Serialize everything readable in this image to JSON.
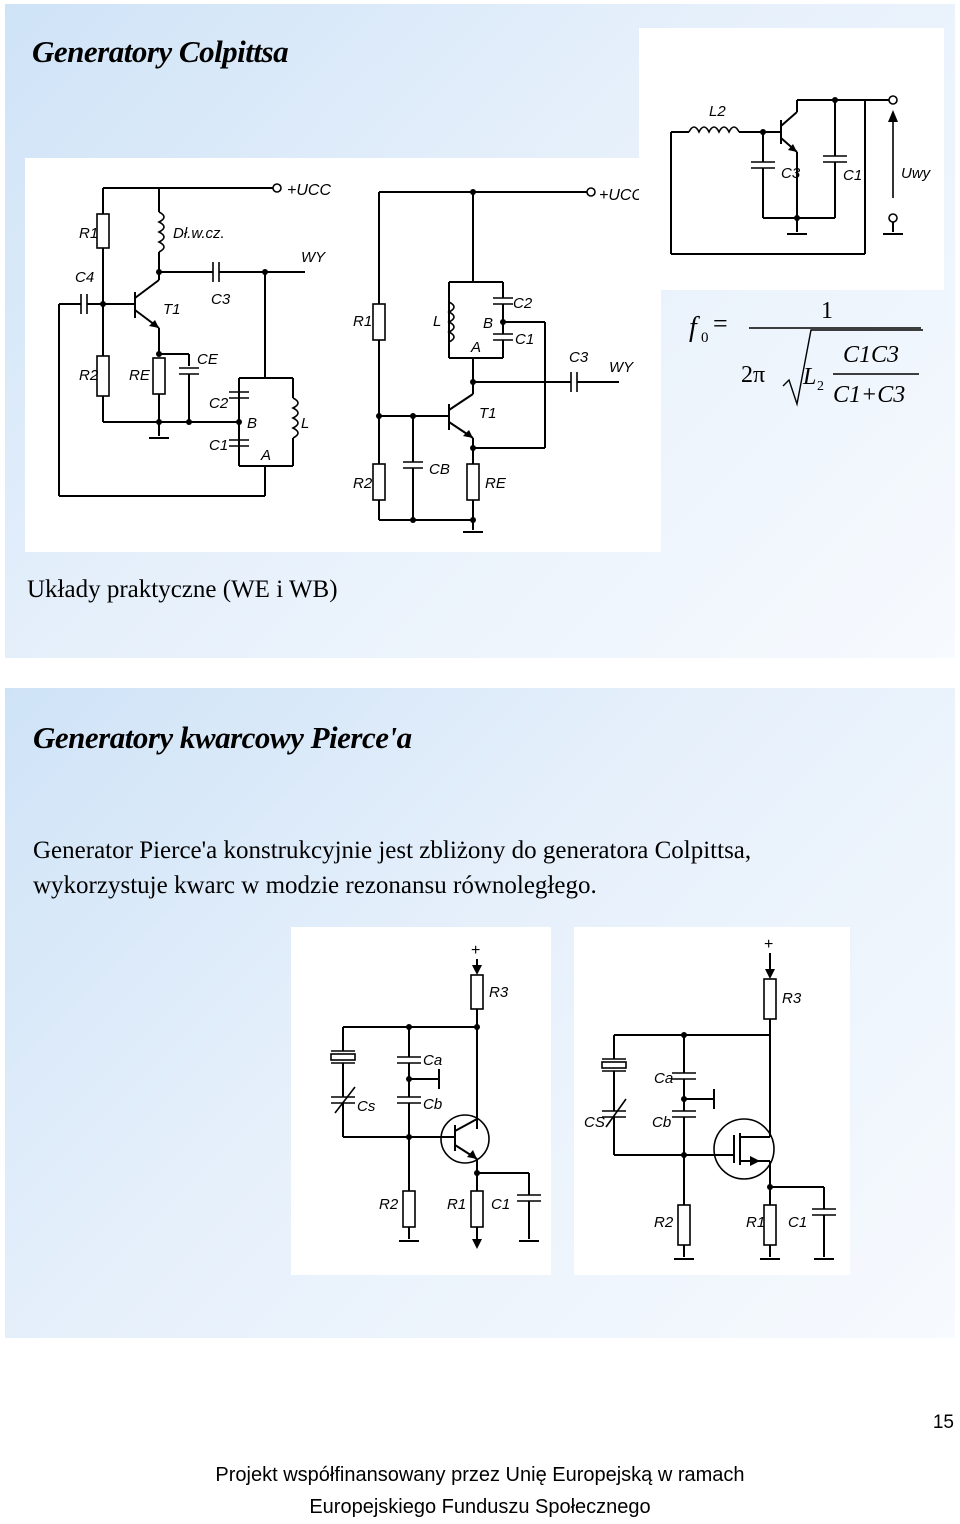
{
  "slide1": {
    "title": "Generatory Colpittsa",
    "caption": "Układy praktyczne (WE i WB)",
    "circuit_we": {
      "labels": {
        "r1": "R1",
        "c4": "C4",
        "r2": "R2",
        "re": "RE",
        "dl": "Dł.w.cz.",
        "t1": "T1",
        "c3": "C3",
        "ce": "CE",
        "c2": "C2",
        "c1": "C1",
        "b": "B",
        "a": "A",
        "l": "L",
        "wy": "WY",
        "ucc": "+UCC"
      }
    },
    "circuit_wb": {
      "labels": {
        "r1": "R1",
        "r2": "R2",
        "l": "L",
        "b": "B",
        "a": "A",
        "c2": "C2",
        "c1": "C1",
        "c3": "C3",
        "wy": "WY",
        "t1": "T1",
        "cb": "CB",
        "re": "RE",
        "ucc": "+UCC"
      }
    },
    "circuit_basic": {
      "labels": {
        "l2": "L2",
        "c3": "C3",
        "c1": "C1",
        "uwy": "Uwy"
      }
    },
    "formula": {
      "lhs": "f",
      "lhs_sub": "0",
      "equals": "=",
      "numerator": "1",
      "two_pi": "2π",
      "l": "L",
      "l_sub": "2",
      "c1c3": "C1C3",
      "c1_plus_c3": "C1+C3"
    }
  },
  "slide2": {
    "title": "Generatory kwarcowy Pierce'a",
    "body_line1": "Generator Pierce'a konstrukcyjnie jest zbliżony do generatora Colpittsa,",
    "body_line2": "wykorzystuje kwarc w modzie rezonansu równoległego.",
    "circuit_bjt": {
      "labels": {
        "plus": "+",
        "r3": "R3",
        "ca": "Ca",
        "cb": "Cb",
        "cs": "Cs",
        "r2": "R2",
        "r1": "R1",
        "c1": "C1"
      }
    },
    "circuit_fet": {
      "labels": {
        "plus": "+",
        "r3": "R3",
        "ca": "Ca",
        "cb": "Cb",
        "cs": "CS",
        "r2": "R2",
        "r1": "R1",
        "c1": "C1"
      }
    }
  },
  "page_number": "15",
  "footer": {
    "line1": "Projekt współfinansowany przez Unię Europejską w ramach",
    "line2": "Europejskiego Funduszu Społecznego"
  }
}
